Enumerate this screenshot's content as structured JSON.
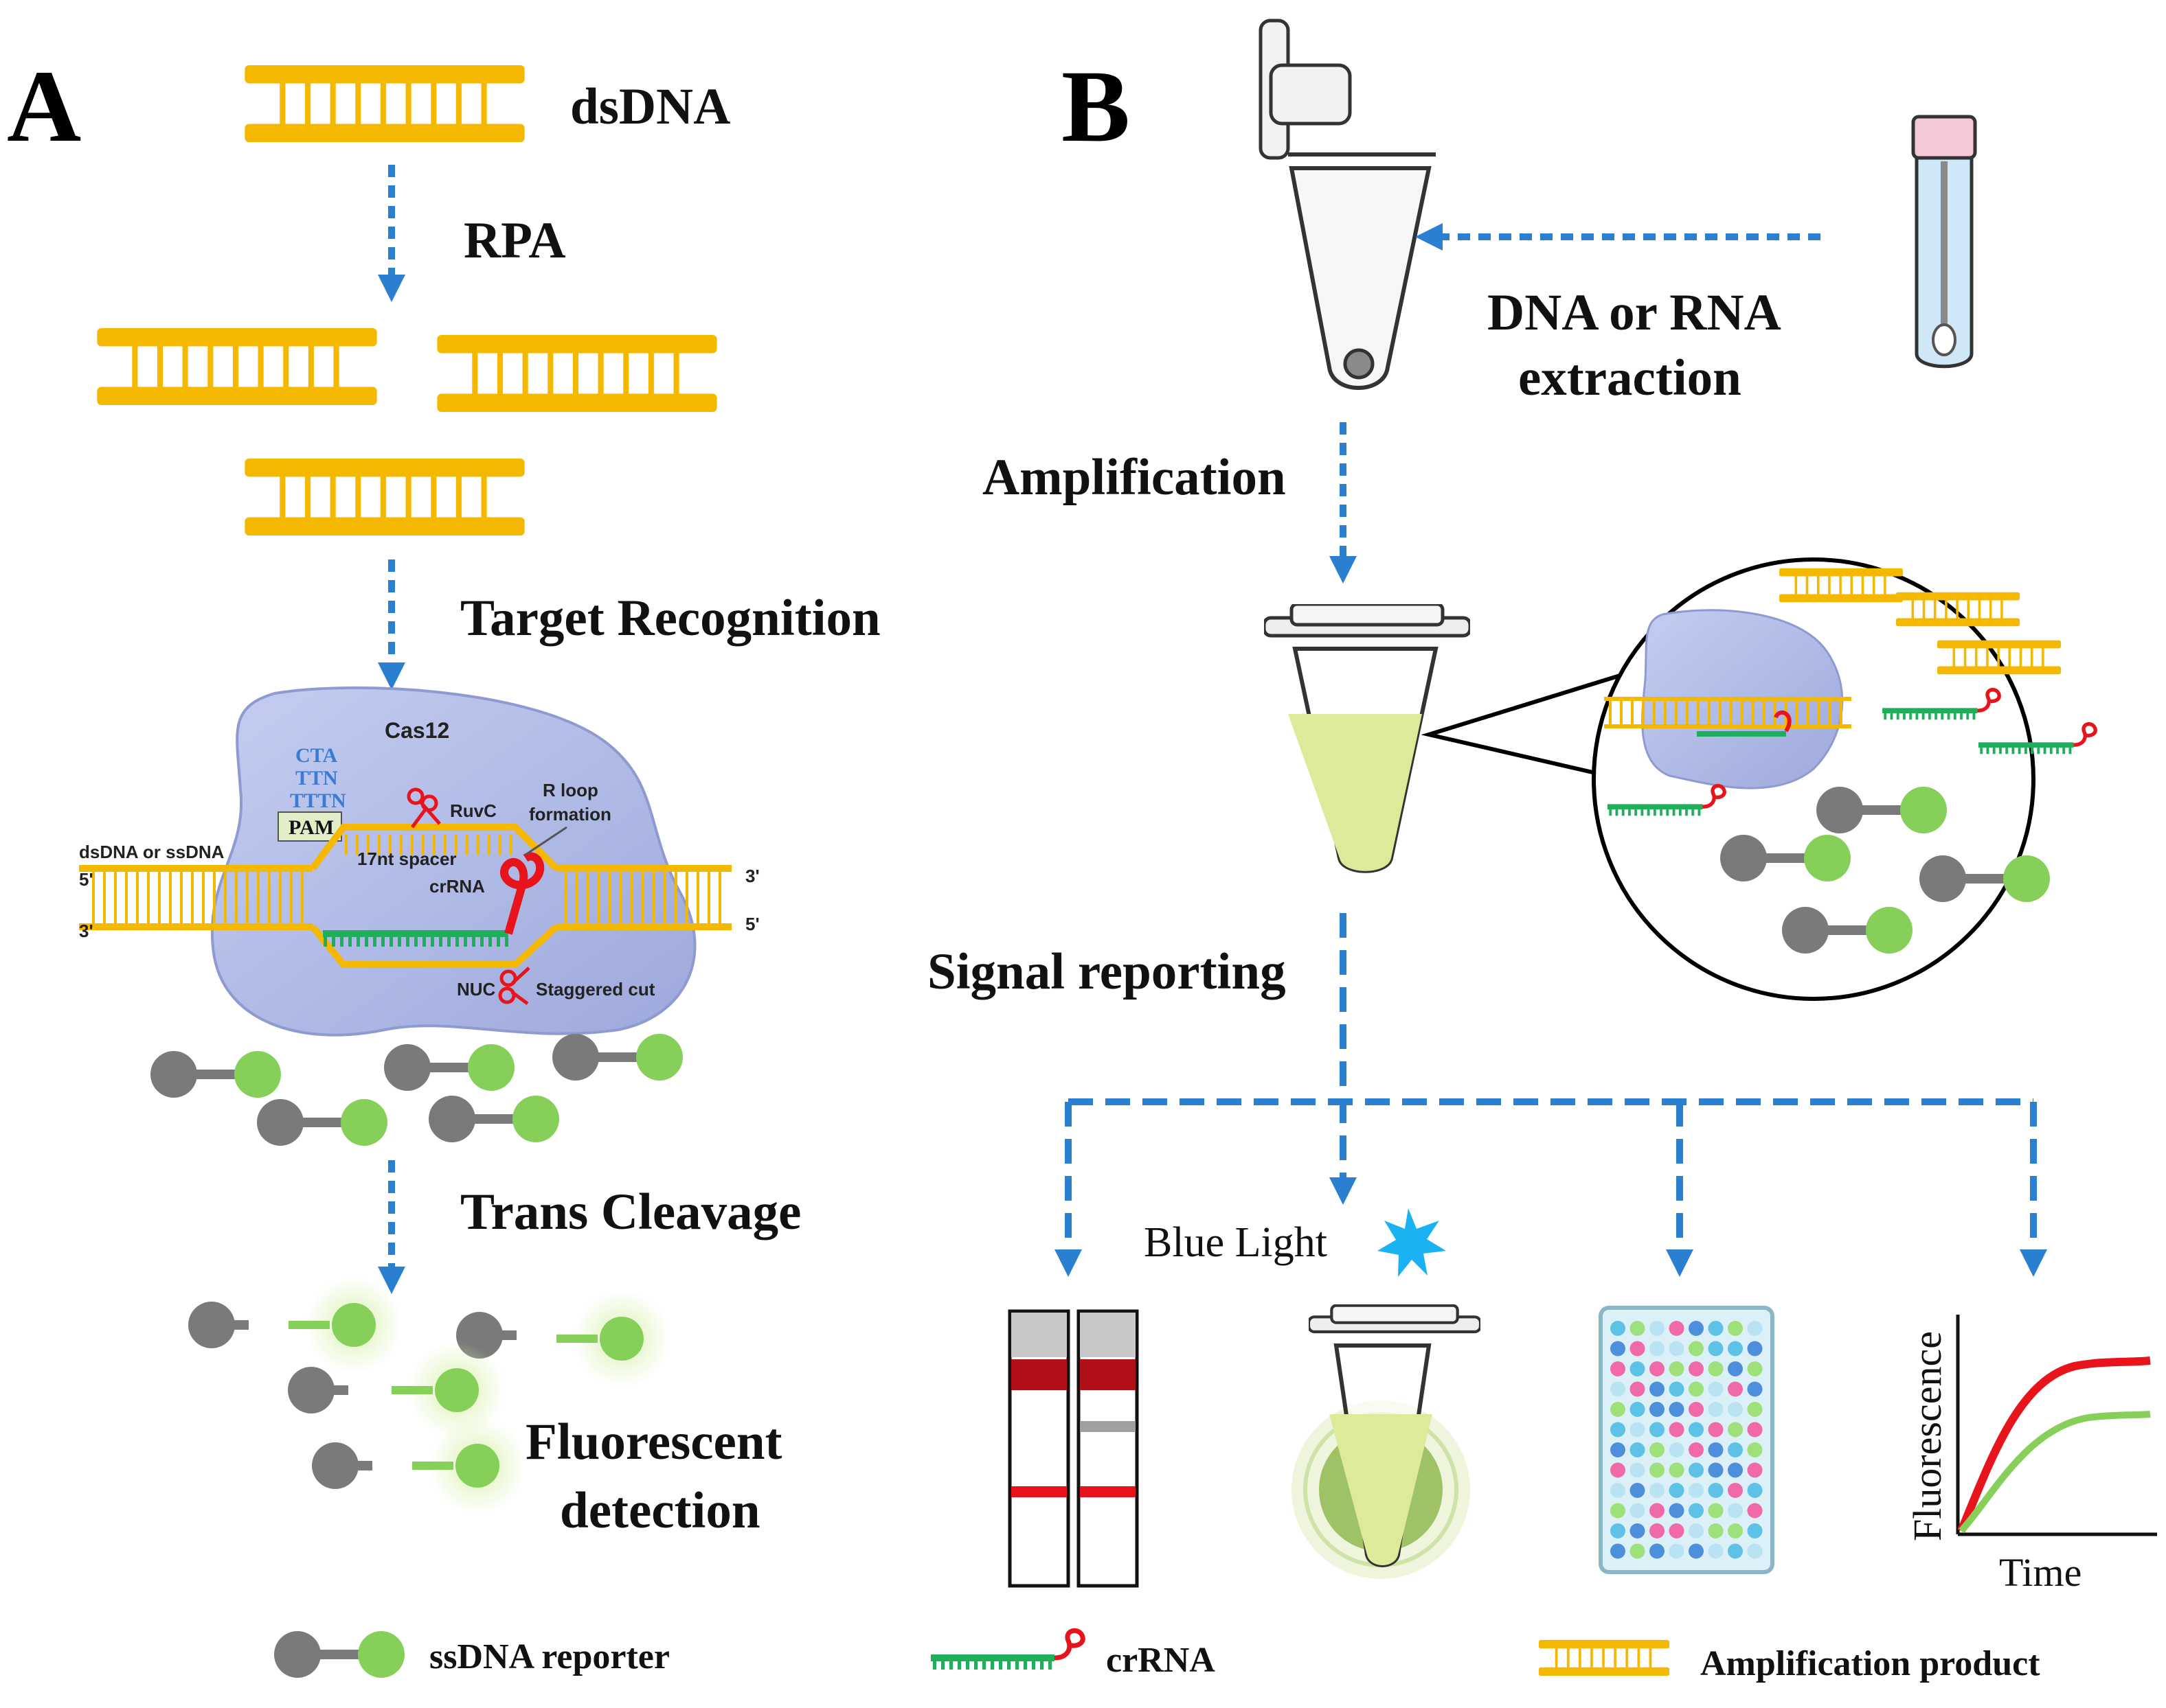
{
  "panels": {
    "a": "A",
    "b": "B"
  },
  "panel_a": {
    "dsdna": "dsDNA",
    "rpa": "RPA",
    "target_recognition": "Target Recognition",
    "cas12": "Cas12",
    "pam_seqs": [
      "CTA",
      "TTN",
      "TTTN"
    ],
    "pam": "PAM",
    "ruvc": "RuvC",
    "r_loop": [
      "R loop",
      "formation"
    ],
    "spacer": "17nt spacer",
    "crrna": "crRNA",
    "dsdna_or_ssdna": "dsDNA or ssDNA",
    "five_prime": "5'",
    "three_prime": "3'",
    "nuc": "NUC",
    "staggered_cut": "Staggered cut",
    "trans_cleavage": "Trans Cleavage",
    "fluorescent_detection": [
      "Fluorescent",
      "detection"
    ]
  },
  "panel_b": {
    "extraction": [
      "DNA or RNA",
      "extraction"
    ],
    "amplification": "Amplification",
    "signal_reporting": "Signal reporting",
    "blue_light": "Blue Light",
    "chart_ylabel": "Fluorescence",
    "chart_xlabel": "Time"
  },
  "legend": {
    "reporter": "ssDNA reporter",
    "crrna": "crRNA",
    "amplification_product": "Amplification product"
  },
  "colors": {
    "dna_yellow": "#f5b800",
    "arrow_blue": "#2b7fd0",
    "protein_lavender": "#b3bde6",
    "quencher_gray": "#7a7a7a",
    "fluor_green": "#86d05a",
    "crrna_red": "#e8141c",
    "spacer_green": "#1fae5a",
    "liquid_green": "#dcea9a"
  },
  "plate_colors": [
    "#5ec1e6",
    "#f06aa8",
    "#9ee07a",
    "#4e8fdc",
    "#b9e3f2"
  ]
}
